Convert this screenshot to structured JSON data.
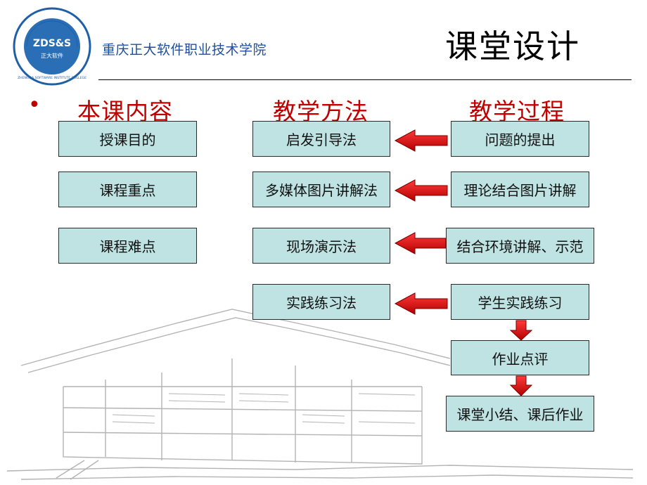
{
  "header": {
    "logo_text": "ZDS&S",
    "logo_sub": "正大软件",
    "logo_ring": "ZHENGDA SOFTWARE INSTITUTE COLLEGE",
    "school_name": "重庆正大软件职业技术学院",
    "slide_title": "课堂设计"
  },
  "columns": {
    "bullet": "•",
    "content_title": "本课内容",
    "method_title": "教学方法",
    "process_title": "教学过程"
  },
  "content_items": [
    "授课目的",
    "课程重点",
    "课程难点"
  ],
  "method_items": [
    "启发引导法",
    "多媒体图片讲解法",
    "现场演示法",
    "实践练习法"
  ],
  "process_items": [
    "问题的提出",
    "理论结合图片讲解",
    "结合环境讲解、示范",
    "学生实践练习",
    "作业点评",
    "课堂小结、课后作业"
  ],
  "colors": {
    "accent_red": "#c00000",
    "box_fill": "#bfe3e3",
    "school_blue": "#1f4e9c",
    "arrow_red": "#cc0000"
  }
}
